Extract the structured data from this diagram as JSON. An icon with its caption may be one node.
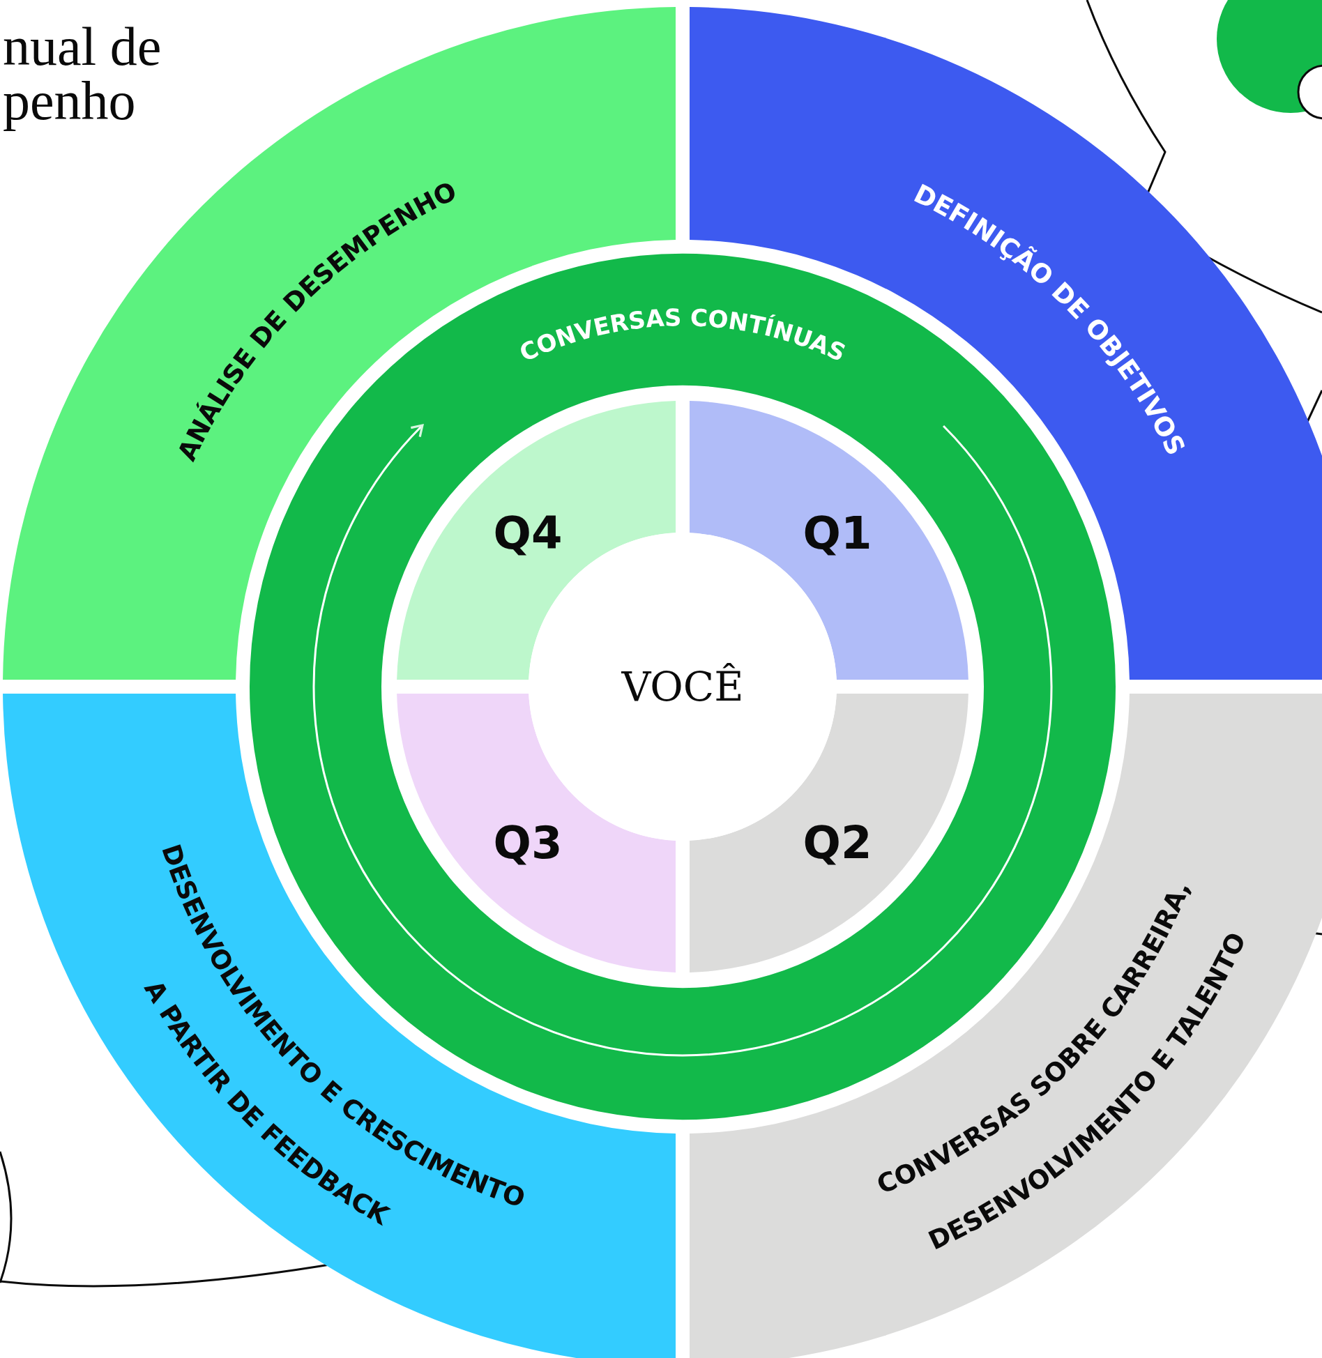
{
  "diagram": {
    "nodes": [
      {
        "text": [
          "ANÁLISE DE DESEMPENHO"
        ]
      },
      {
        "text": [
          "DEFINIÇÃO DE OBJETIVOS"
        ]
      },
      {
        "text": [
          "DESENVOLVIMENTO E CRESCIMENTO A PARTIR DE FEEDBACK"
        ]
      },
      {
        "text": [
          "CONVERSAS SOBRE CARREIRA, DESENVOLVIMENTO E TALENTO"
        ]
      },
      {
        "text": [
          "CONVERSAS CONTÍNUAS"
        ]
      },
      {
        "text": [
          "Q4"
        ],
        "in": 4
      },
      {
        "text": [
          "Q1"
        ],
        "in": 4
      },
      {
        "text": [
          "Q3"
        ],
        "in": 4
      },
      {
        "text": [
          "Q2"
        ],
        "in": 4
      },
      {
        "text": [
          "VOCÊ"
        ],
        "in": 4
      }
    ],
    "labels": [
      "nual de penho"
    ]
  }
}
